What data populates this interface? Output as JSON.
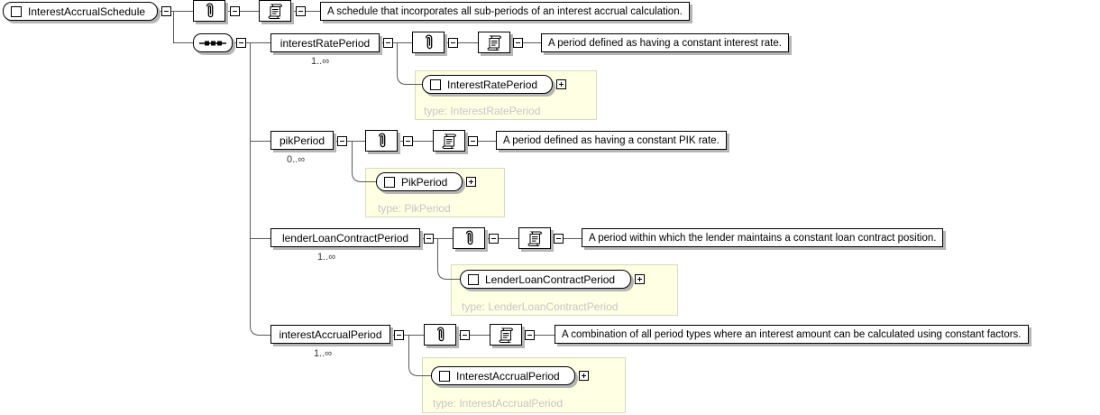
{
  "diagram": {
    "root": {
      "name": "InterestAccrualSchedule",
      "annotation": "A schedule that incorporates all sub-periods of an interest accrual calculation.",
      "compositor": "sequence"
    },
    "children": [
      {
        "name": "interestRatePeriod",
        "cardinality": "1..∞",
        "annotation": "A period defined as having a constant interest rate.",
        "type_ref": "InterestRatePeriod",
        "type_caption": "type: InterestRatePeriod"
      },
      {
        "name": "pikPeriod",
        "cardinality": "0..∞",
        "annotation": "A period defined as having a constant PIK rate.",
        "type_ref": "PikPeriod",
        "type_caption": "type: PikPeriod"
      },
      {
        "name": "lenderLoanContractPeriod",
        "cardinality": "1..∞",
        "annotation": "A period within which the lender maintains a constant loan contract position.",
        "type_ref": "LenderLoanContractPeriod",
        "type_caption": "type: LenderLoanContractPeriod"
      },
      {
        "name": "interestAccrualPeriod",
        "cardinality": "1..∞",
        "annotation": "A combination of all period types where an interest amount can be calculated using constant factors.",
        "type_ref": "InterestAccrualPeriod",
        "type_caption": "type: InterestAccrualPeriod"
      }
    ],
    "colors": {
      "type_box_bg": "#ffffe3",
      "type_box_border": "#d9d9c3",
      "type_caption_text": "#c6c6c6",
      "connector_line": "#5a5a5a",
      "box_shadow": "#b5b5b5"
    }
  }
}
